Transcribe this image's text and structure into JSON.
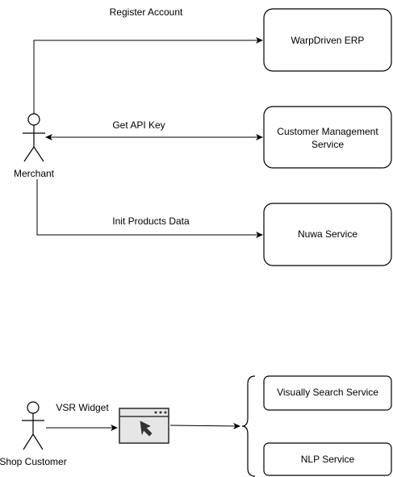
{
  "actors": {
    "merchant": "Merchant",
    "shop_customer": "Shop Customer"
  },
  "edges": {
    "register": "Register Account",
    "api_key": "Get API Key",
    "init_products": "Init Products Data",
    "vsr_widget": "VSR Widget"
  },
  "services": {
    "erp": "WarpDriven ERP",
    "customer_mgmt_line1": "Customer Management",
    "customer_mgmt_line2": "Service",
    "nuwa": "Nuwa Service",
    "visual_search": "Visually Search Service",
    "nlp": "NLP Service"
  },
  "colors": {
    "stroke": "#000000",
    "background": "#ffffff",
    "browser_fill": "#e6e6e6",
    "browser_stroke": "#333333"
  },
  "icons": {
    "actor": "stick-figure-icon",
    "widget": "browser-window-cursor-icon"
  }
}
